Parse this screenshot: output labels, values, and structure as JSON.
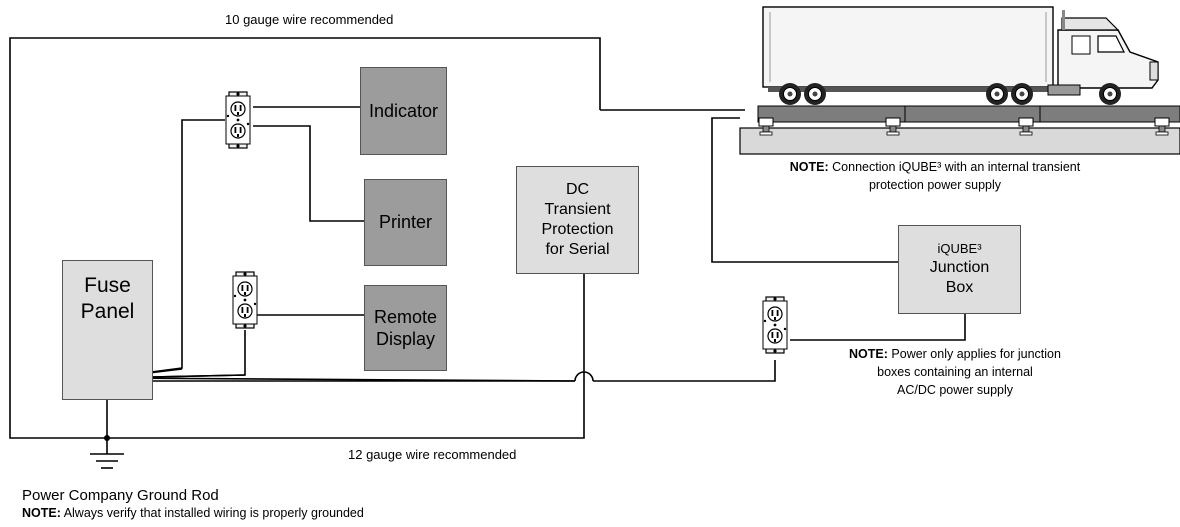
{
  "labels": {
    "top_wire": "10 gauge wire recommended",
    "bottom_wire": "12 gauge wire recommended",
    "ground_rod": "Power Company Ground Rod"
  },
  "boxes": {
    "indicator": "Indicator",
    "printer": "Printer",
    "remote_display": [
      "Remote",
      "Display"
    ],
    "fuse_panel": [
      "Fuse",
      "Panel"
    ],
    "dc_transient": [
      "DC",
      "Transient",
      "Protection",
      "for Serial"
    ],
    "junction_box": [
      "iQUBE³",
      "Junction",
      "Box"
    ]
  },
  "notes": {
    "prefix": "NOTE:",
    "scale": [
      "Connection iQUBE³ with an internal transient",
      "protection power supply"
    ],
    "power": [
      "Power only applies for junction",
      "boxes containing an internal",
      "AC/DC power supply"
    ],
    "ground": "Always verify that installed wiring is properly grounded"
  }
}
